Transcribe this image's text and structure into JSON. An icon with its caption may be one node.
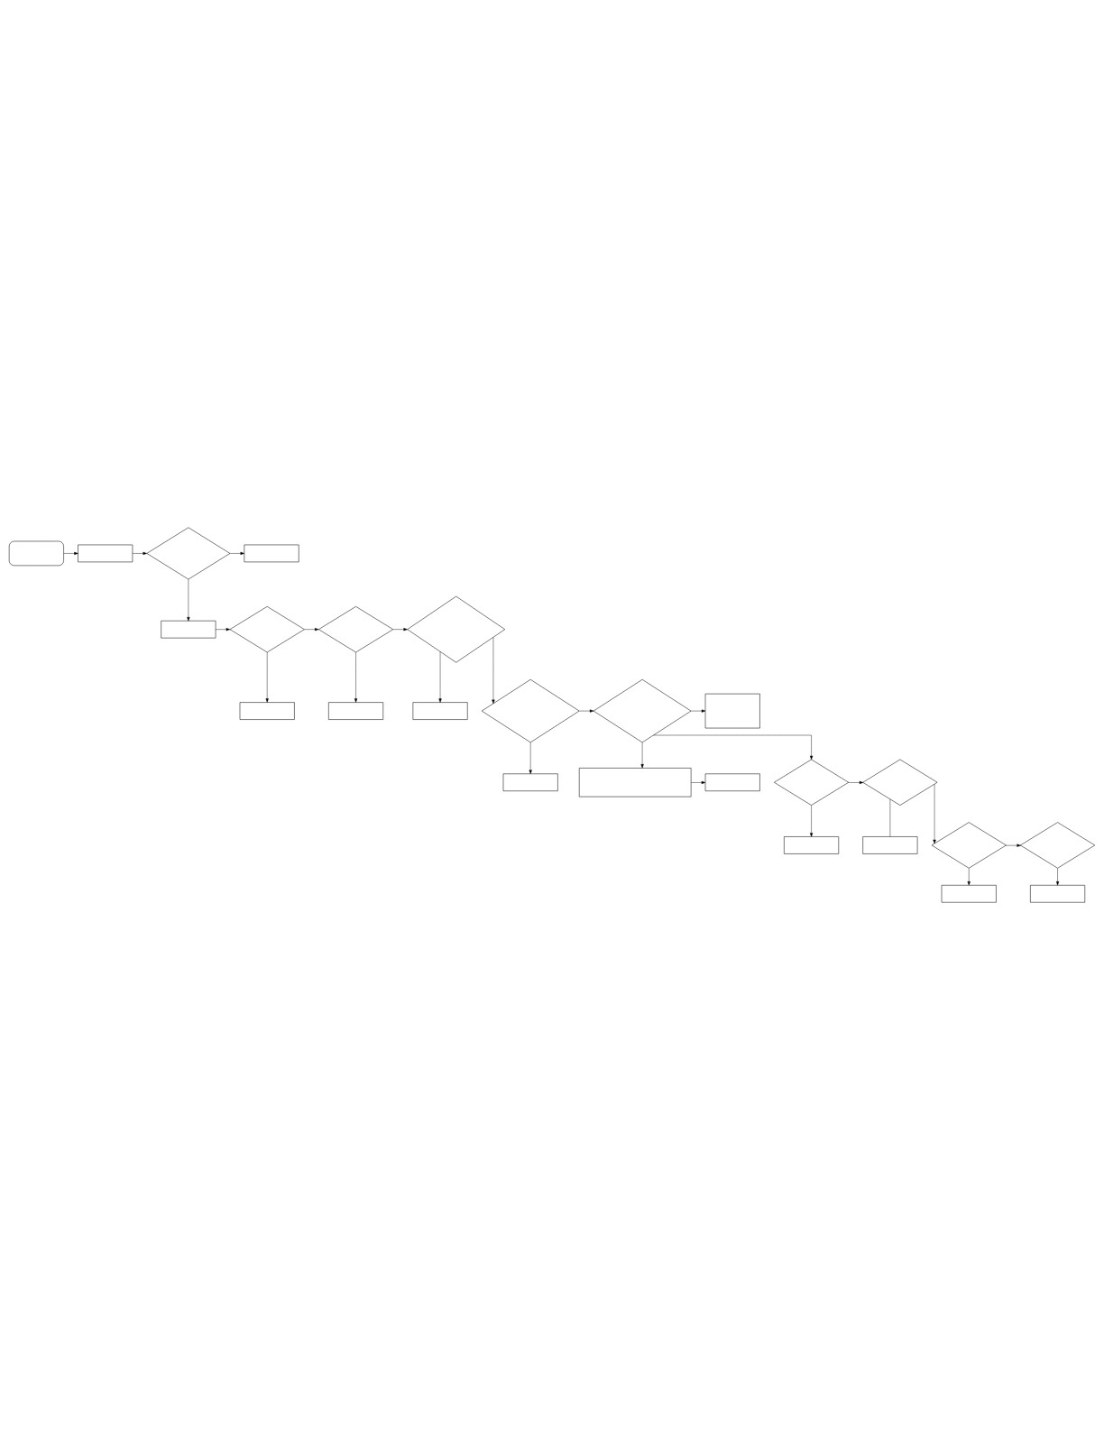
{
  "diagram": {
    "nodes": [
      {
        "text": [],
        "shape": "oval"
      },
      {
        "text": [],
        "shape": "box"
      },
      {
        "text": [],
        "shape": "diamond"
      },
      {
        "text": [],
        "shape": "box"
      },
      {
        "text": [],
        "shape": "box"
      },
      {
        "text": [],
        "shape": "diamond"
      },
      {
        "text": [],
        "shape": "diamond"
      },
      {
        "text": [],
        "shape": "diamond"
      },
      {
        "text": [],
        "shape": "box"
      },
      {
        "text": [],
        "shape": "box"
      },
      {
        "text": [],
        "shape": "box"
      },
      {
        "text": [],
        "shape": "diamond"
      },
      {
        "text": [],
        "shape": "diamond"
      },
      {
        "text": [],
        "shape": "box"
      },
      {
        "text": [],
        "shape": "box"
      },
      {
        "text": [],
        "shape": "box"
      },
      {
        "text": [],
        "shape": "box"
      },
      {
        "text": [],
        "shape": "diamond"
      },
      {
        "text": [],
        "shape": "diamond"
      },
      {
        "text": [],
        "shape": "box"
      },
      {
        "text": [],
        "shape": "box"
      },
      {
        "text": [],
        "shape": "diamond"
      },
      {
        "text": [],
        "shape": "diamond"
      },
      {
        "text": [],
        "shape": "box"
      },
      {
        "text": [],
        "shape": "box"
      }
    ],
    "edges": [
      {
        "from": 0,
        "to": 1,
        "arrow": "to"
      },
      {
        "from": 1,
        "to": 2,
        "arrow": "to"
      },
      {
        "from": 2,
        "to": 3,
        "arrow": "to"
      },
      {
        "from": 2,
        "to": 4,
        "arrow": "to"
      },
      {
        "from": 4,
        "to": 5,
        "arrow": "to"
      },
      {
        "from": 5,
        "to": 6,
        "arrow": "to"
      },
      {
        "from": 6,
        "to": 7,
        "arrow": "to"
      },
      {
        "from": 5,
        "to": 8,
        "arrow": "to"
      },
      {
        "from": 6,
        "to": 9,
        "arrow": "to"
      },
      {
        "from": 7,
        "to": 10,
        "arrow": "to"
      },
      {
        "from": 7,
        "to": 11,
        "arrow": "to"
      },
      {
        "from": 11,
        "to": 12,
        "arrow": "to"
      },
      {
        "from": 11,
        "to": 14,
        "arrow": "to"
      },
      {
        "from": 12,
        "to": 13,
        "arrow": "to"
      },
      {
        "from": 12,
        "to": 15,
        "arrow": "to"
      },
      {
        "from": 12,
        "to": 17,
        "arrow": "to"
      },
      {
        "from": 15,
        "to": 16,
        "arrow": "to"
      },
      {
        "from": 17,
        "to": 18,
        "arrow": "to"
      },
      {
        "from": 17,
        "to": 19,
        "arrow": "to"
      },
      {
        "from": 18,
        "to": 21,
        "arrow": "to"
      },
      {
        "from": 18,
        "to": 20,
        "arrow": "none"
      },
      {
        "from": 21,
        "to": 22,
        "arrow": "to"
      },
      {
        "from": 21,
        "to": 23,
        "arrow": "to"
      },
      {
        "from": 22,
        "to": 24,
        "arrow": "to"
      }
    ]
  }
}
